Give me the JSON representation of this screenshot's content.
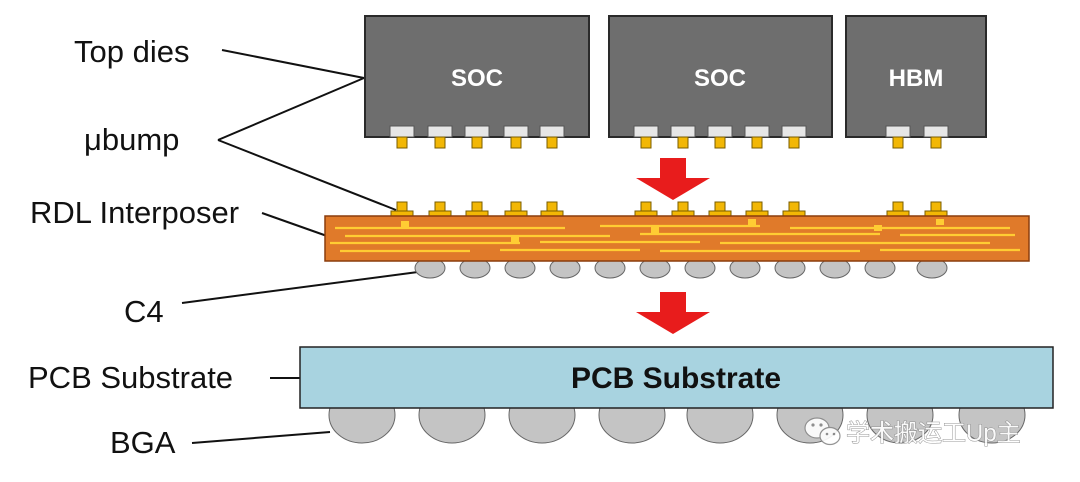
{
  "labels": {
    "top_dies": "Top dies",
    "ubump": "μbump",
    "rdl_interposer": "RDL Interposer",
    "c4": "C4",
    "pcb_substrate": "PCB Substrate",
    "bga": "BGA"
  },
  "dies": [
    {
      "name": "SOC"
    },
    {
      "name": "SOC"
    },
    {
      "name": "HBM"
    }
  ],
  "substrate_label": "PCB Substrate",
  "watermark": "学术搬运工Up主",
  "colors": {
    "die": "#6e6e6e",
    "interposer": "#e07a2a",
    "trace": "#ffcc33",
    "bump": "#f2b705",
    "ball": "#c4c4c4",
    "substrate": "#a8d3e0",
    "arrow": "#e81c1c"
  }
}
